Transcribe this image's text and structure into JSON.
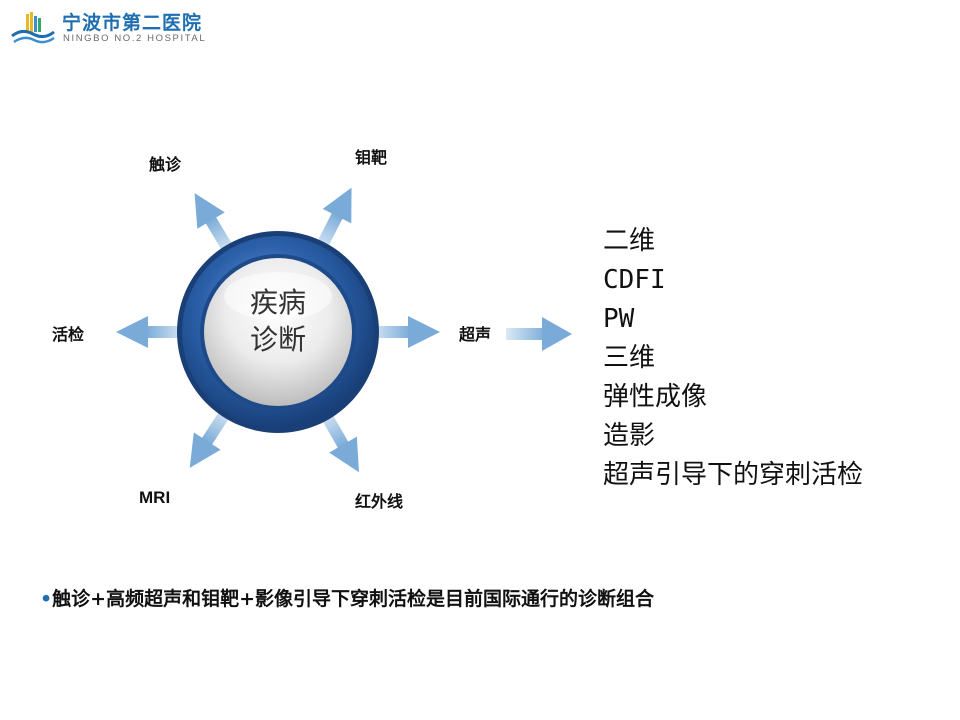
{
  "header": {
    "hospital_name": "宁波市第二医院",
    "hospital_name_en": "NINGBO NO.2 HOSPITAL"
  },
  "diagram": {
    "center": [
      "疾病",
      "诊断"
    ],
    "branches": {
      "top_left": "触诊",
      "top_right": "钼靶",
      "left": "活检",
      "right": "超声",
      "bottom_left": "MRI",
      "bottom_right": "红外线"
    },
    "arrow_color": "#8fb9df",
    "ring_color": "#2a5fa8"
  },
  "ultrasound_methods": [
    "二维",
    "CDFI",
    "PW",
    "三维",
    "弹性成像",
    "造影",
    "超声引导下的穿刺活检"
  ],
  "note": {
    "bullet": "•",
    "text": "触诊+高频超声和钼靶+影像引导下穿刺活检是目前国际通行的诊断组合"
  }
}
